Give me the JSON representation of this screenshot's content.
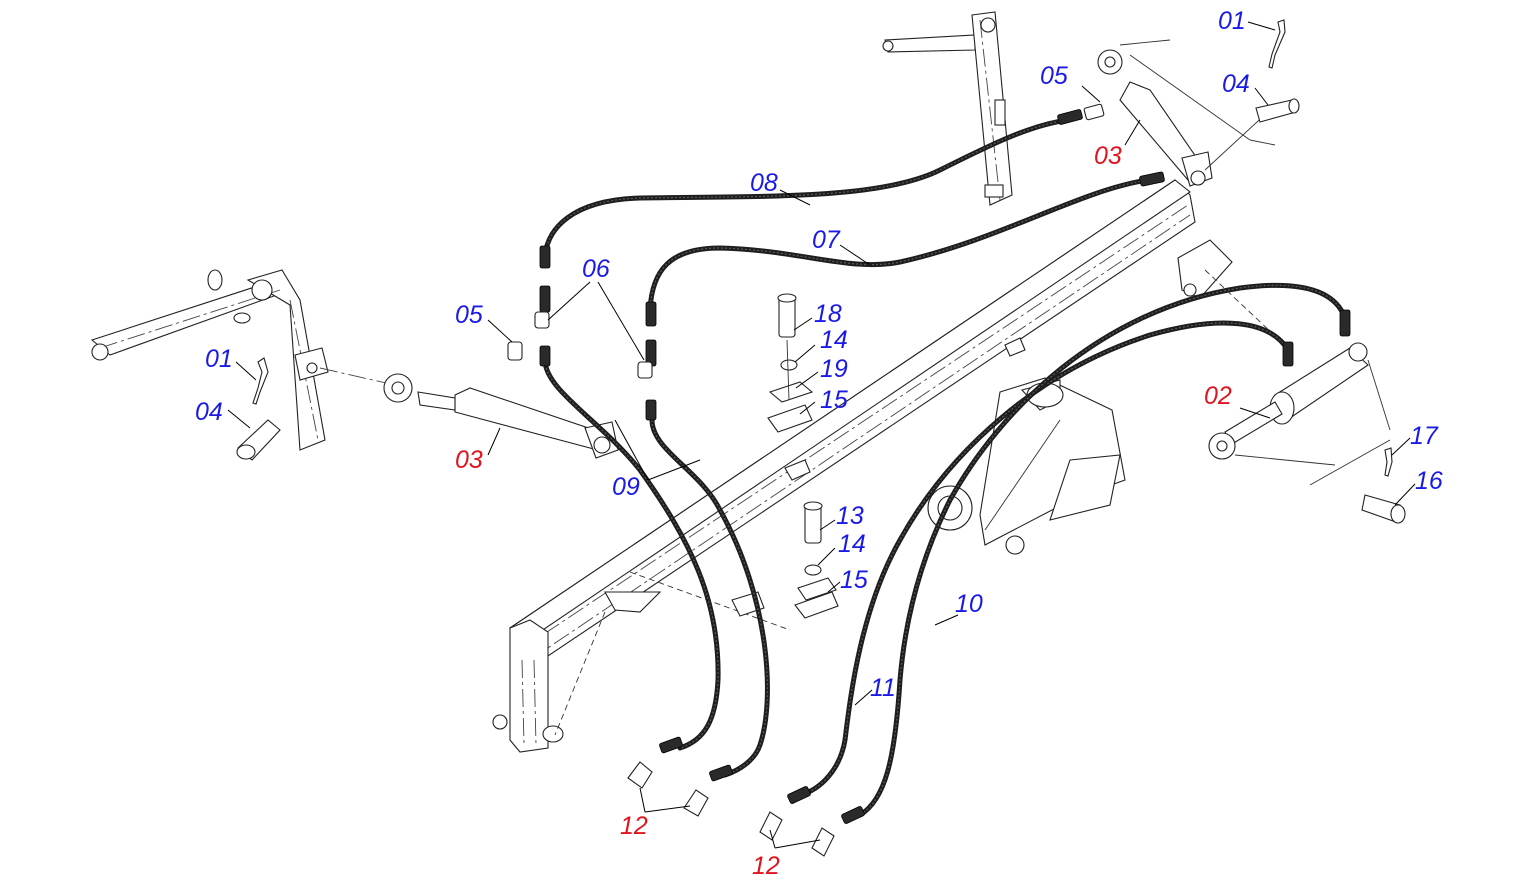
{
  "diagram": {
    "callouts": [
      {
        "id": "c01a",
        "text": "01",
        "color": "#1a1ae6"
      },
      {
        "id": "c04a",
        "text": "04",
        "color": "#1a1ae6"
      },
      {
        "id": "c05a",
        "text": "05",
        "color": "#1a1ae6"
      },
      {
        "id": "c03a",
        "text": "03",
        "color": "#e0141e"
      },
      {
        "id": "c08",
        "text": "08",
        "color": "#1a1ae6"
      },
      {
        "id": "c07",
        "text": "07",
        "color": "#1a1ae6"
      },
      {
        "id": "c06",
        "text": "06",
        "color": "#1a1ae6"
      },
      {
        "id": "c05b",
        "text": "05",
        "color": "#1a1ae6"
      },
      {
        "id": "c01b",
        "text": "01",
        "color": "#1a1ae6"
      },
      {
        "id": "c04b",
        "text": "04",
        "color": "#1a1ae6"
      },
      {
        "id": "c03b",
        "text": "03",
        "color": "#e0141e"
      },
      {
        "id": "c09",
        "text": "09",
        "color": "#1a1ae6"
      },
      {
        "id": "c18",
        "text": "18",
        "color": "#1a1ae6"
      },
      {
        "id": "c14a",
        "text": "14",
        "color": "#1a1ae6"
      },
      {
        "id": "c19",
        "text": "19",
        "color": "#1a1ae6"
      },
      {
        "id": "c15a",
        "text": "15",
        "color": "#1a1ae6"
      },
      {
        "id": "c13",
        "text": "13",
        "color": "#1a1ae6"
      },
      {
        "id": "c14b",
        "text": "14",
        "color": "#1a1ae6"
      },
      {
        "id": "c15b",
        "text": "15",
        "color": "#1a1ae6"
      },
      {
        "id": "c02",
        "text": "02",
        "color": "#e0141e"
      },
      {
        "id": "c17",
        "text": "17",
        "color": "#1a1ae6"
      },
      {
        "id": "c16",
        "text": "16",
        "color": "#1a1ae6"
      },
      {
        "id": "c10",
        "text": "10",
        "color": "#1a1ae6"
      },
      {
        "id": "c11",
        "text": "11",
        "color": "#1a1ae6"
      },
      {
        "id": "c12a",
        "text": "12",
        "color": "#e0141e"
      },
      {
        "id": "c12b",
        "text": "12",
        "color": "#e0141e"
      }
    ]
  }
}
